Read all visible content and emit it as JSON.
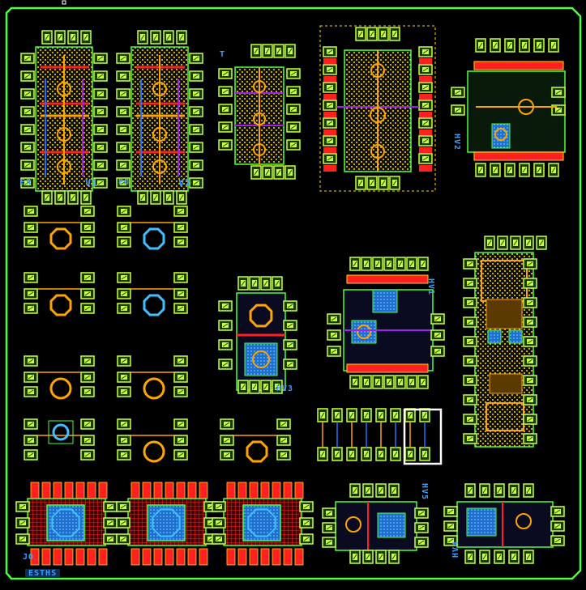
{
  "labels": {
    "c1_left": "ЕЛ",
    "c1_right": "V1",
    "c2_left": "ЕЛ",
    "c2_right": "V2",
    "c3_top": "Т",
    "hv2": "HV2",
    "hv1": "HV1",
    "hv3": "HV3",
    "hv4": "HV4",
    "hv5": "HV5",
    "bl_small": "ЈО",
    "bl_bottom": "ESTHS"
  },
  "colors": {
    "background": "#000000",
    "border": "#4dff3a",
    "pad_fill": "#c8ff3a",
    "pad_red": "#ff2020",
    "trace_orange": "#ffa500",
    "trace_blue": "#2070ff",
    "trace_purple": "#a020f0",
    "via_cyan": "#40c0ff",
    "dot_yellow": "#ffd800",
    "selection": "#ffffff",
    "label_blue": "#3aa0ff"
  }
}
